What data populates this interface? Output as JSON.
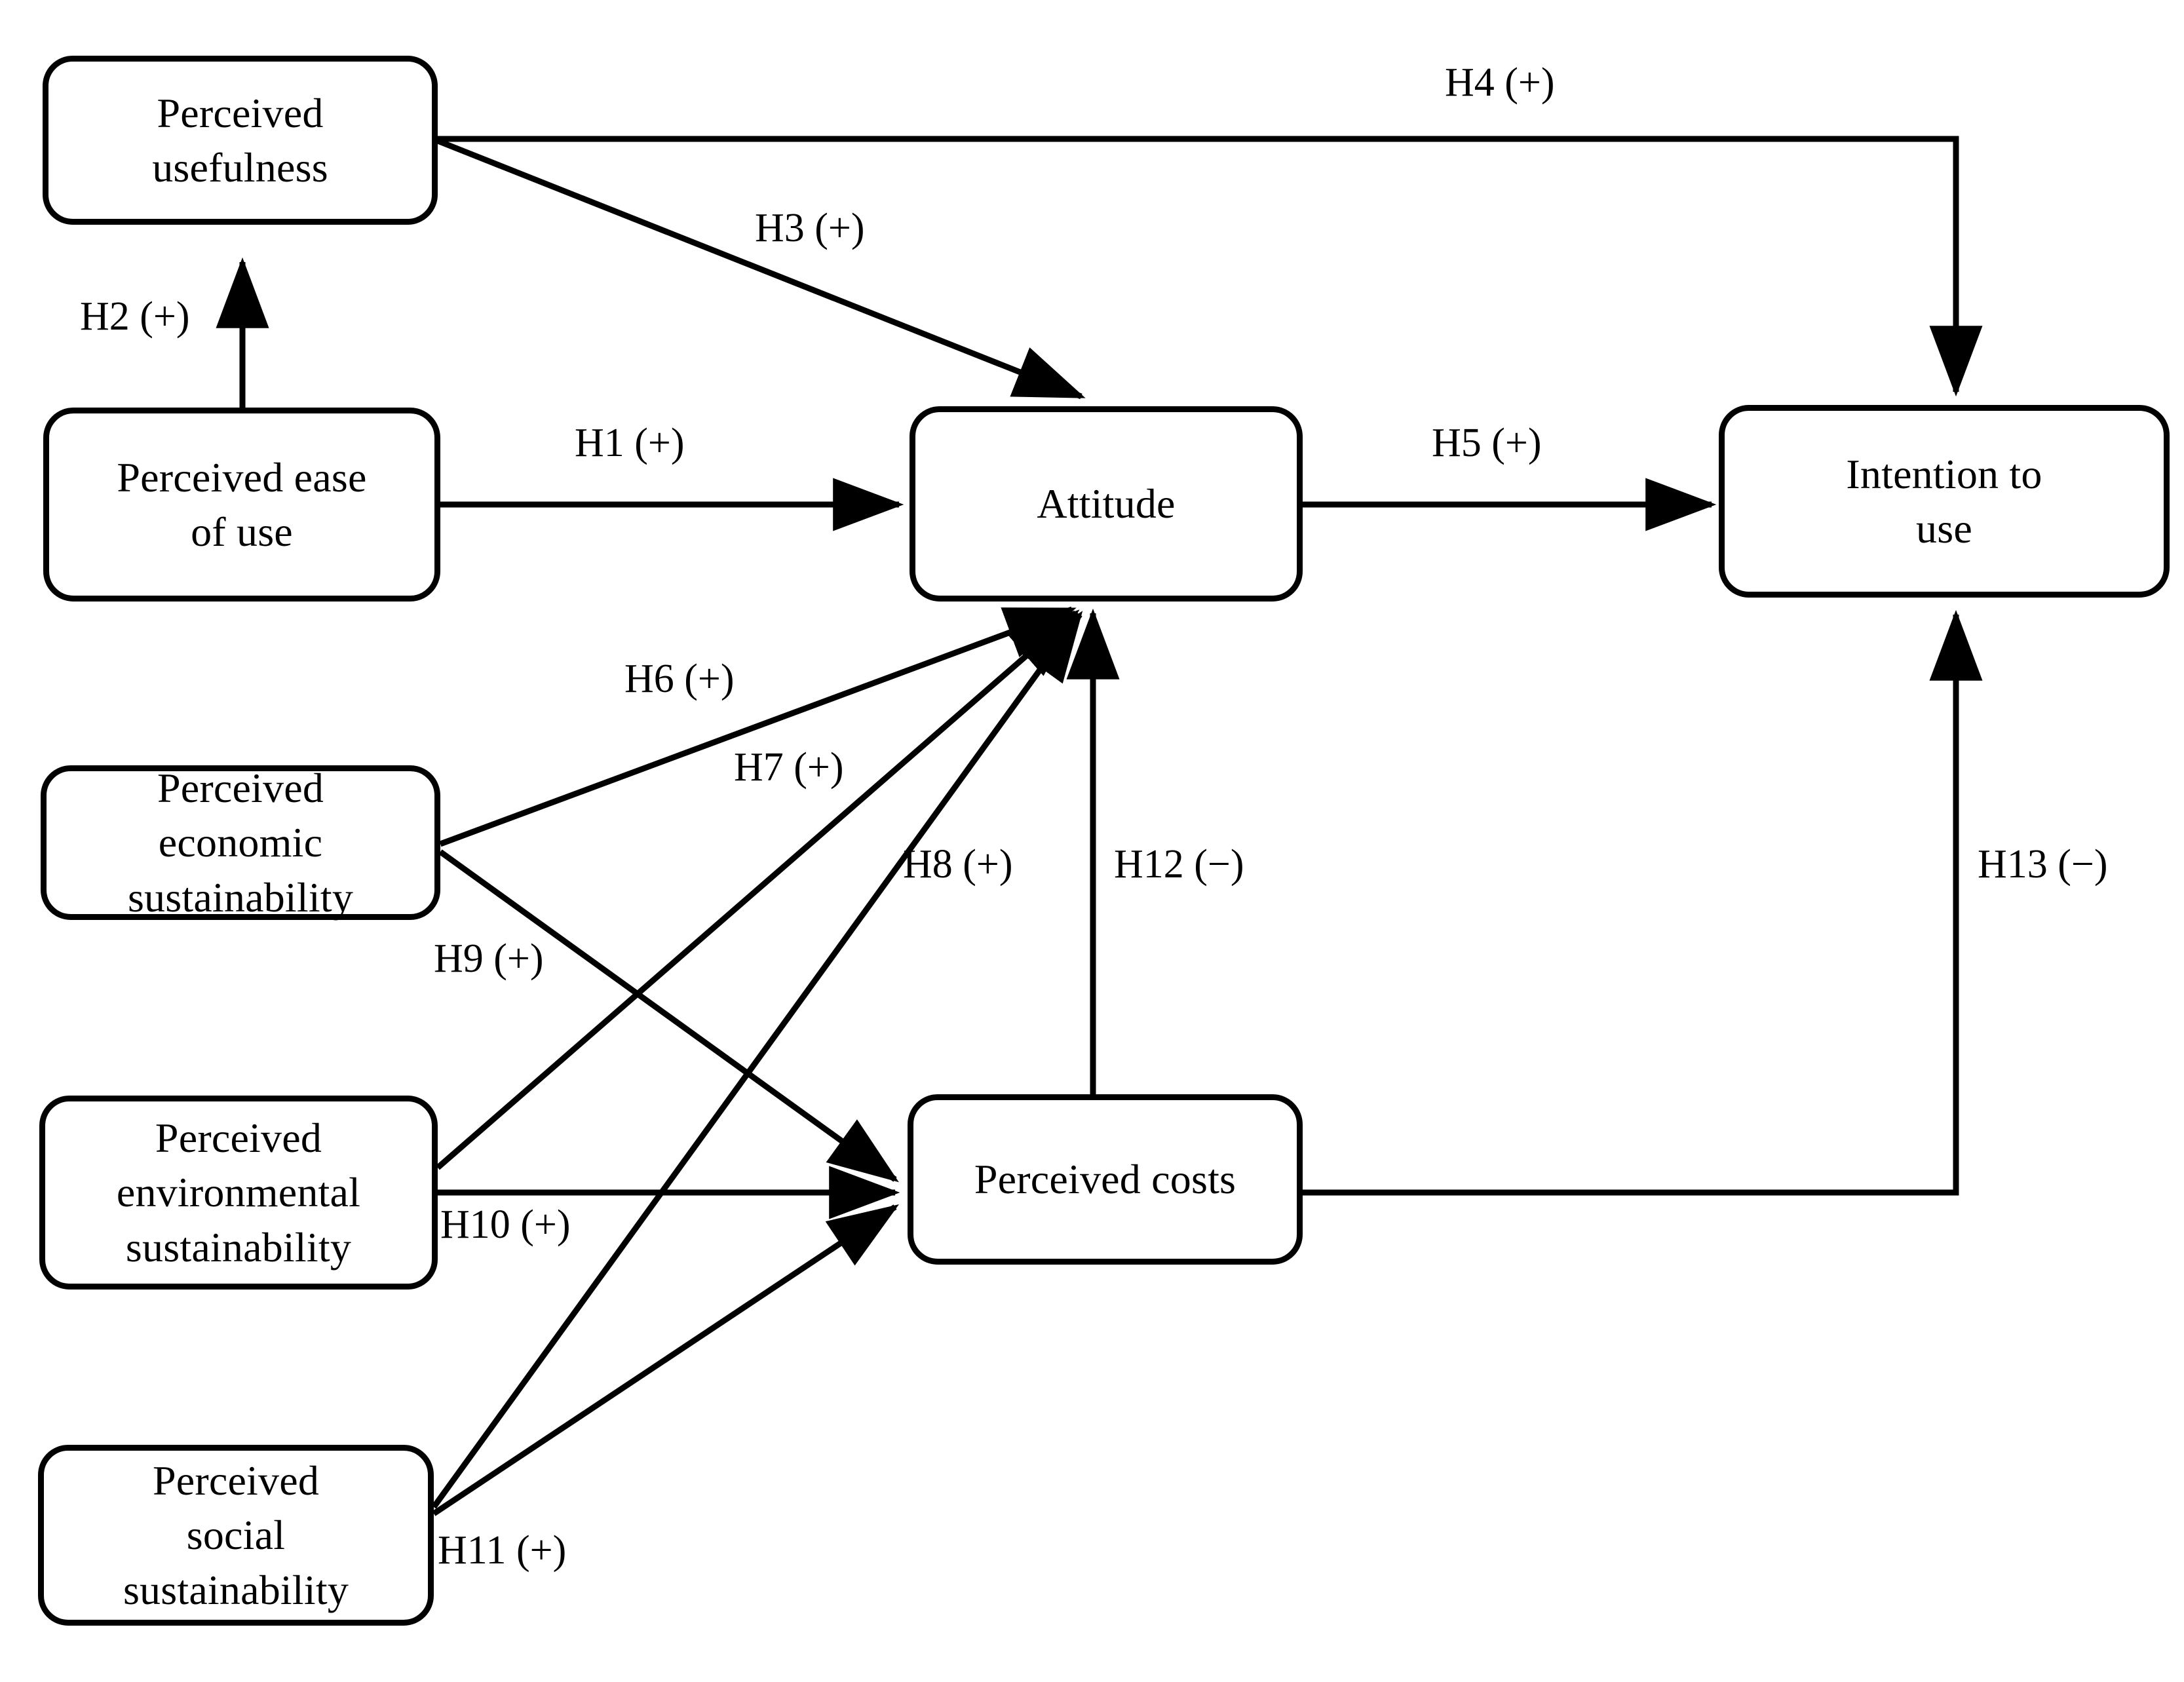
{
  "diagram": {
    "title": "Technology acceptance research model with sustainability constructs",
    "background_color": "#ffffff",
    "line_color": "#000000",
    "nodes": [
      {
        "id": "perceived-usefulness",
        "label": "Perceived\nusefulness"
      },
      {
        "id": "perceived-ease-of-use",
        "label": "Perceived ease\nof use"
      },
      {
        "id": "attitude",
        "label": "Attitude"
      },
      {
        "id": "intention-to-use",
        "label": "Intention to\nuse"
      },
      {
        "id": "perceived-economic-sustainability",
        "label": "Perceived\neconomic\nsustainability"
      },
      {
        "id": "perceived-environmental-sustainability",
        "label": "Perceived\nenvironmental\nsustainability"
      },
      {
        "id": "perceived-social-sustainability",
        "label": "Perceived\nsocial\nsustainability"
      },
      {
        "id": "perceived-costs",
        "label": "Perceived costs"
      }
    ],
    "edges": [
      {
        "id": "h1",
        "label": "H1 (+)",
        "sign": "+",
        "from": "perceived-ease-of-use",
        "to": "attitude"
      },
      {
        "id": "h2",
        "label": "H2 (+)",
        "sign": "+",
        "from": "perceived-ease-of-use",
        "to": "perceived-usefulness"
      },
      {
        "id": "h3",
        "label": "H3 (+)",
        "sign": "+",
        "from": "perceived-usefulness",
        "to": "attitude"
      },
      {
        "id": "h4",
        "label": "H4 (+)",
        "sign": "+",
        "from": "perceived-usefulness",
        "to": "intention-to-use"
      },
      {
        "id": "h5",
        "label": "H5 (+)",
        "sign": "+",
        "from": "attitude",
        "to": "intention-to-use"
      },
      {
        "id": "h6",
        "label": "H6 (+)",
        "sign": "+",
        "from": "perceived-economic-sustainability",
        "to": "attitude"
      },
      {
        "id": "h7",
        "label": "H7 (+)",
        "sign": "+",
        "from": "perceived-environmental-sustainability",
        "to": "attitude"
      },
      {
        "id": "h8",
        "label": "H8 (+)",
        "sign": "+",
        "from": "perceived-social-sustainability",
        "to": "attitude"
      },
      {
        "id": "h9",
        "label": "H9 (+)",
        "sign": "+",
        "from": "perceived-economic-sustainability",
        "to": "perceived-costs"
      },
      {
        "id": "h10",
        "label": "H10 (+)",
        "sign": "+",
        "from": "perceived-environmental-sustainability",
        "to": "perceived-costs"
      },
      {
        "id": "h11",
        "label": "H11 (+)",
        "sign": "+",
        "from": "perceived-social-sustainability",
        "to": "perceived-costs"
      },
      {
        "id": "h12",
        "label": "H12 (−)",
        "sign": "−",
        "from": "perceived-costs",
        "to": "attitude"
      },
      {
        "id": "h13",
        "label": "H13 (−)",
        "sign": "−",
        "from": "perceived-costs",
        "to": "intention-to-use"
      }
    ]
  }
}
